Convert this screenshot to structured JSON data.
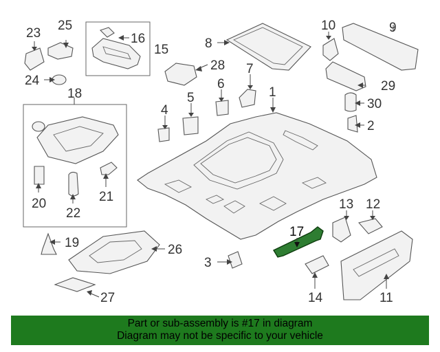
{
  "diagram": {
    "highlight_color": "#2e7d32",
    "callouts": {
      "c1": "1",
      "c2": "2",
      "c3": "3",
      "c4": "4",
      "c5": "5",
      "c6": "6",
      "c7": "7",
      "c8": "8",
      "c9": "9",
      "c10": "10",
      "c11": "11",
      "c12": "12",
      "c13": "13",
      "c14": "14",
      "c15": "15",
      "c16": "16",
      "c17": "17",
      "c18": "18",
      "c19": "19",
      "c20": "20",
      "c21": "21",
      "c22": "22",
      "c23": "23",
      "c24": "24",
      "c25": "25",
      "c26": "26",
      "c27": "27",
      "c28": "28",
      "c29": "29",
      "c30": "30"
    }
  },
  "banner": {
    "line1": "Part or sub-assembly is #17 in diagram",
    "line2": "Diagram may not be specific to your vehicle",
    "background": "#1e7a1e"
  }
}
